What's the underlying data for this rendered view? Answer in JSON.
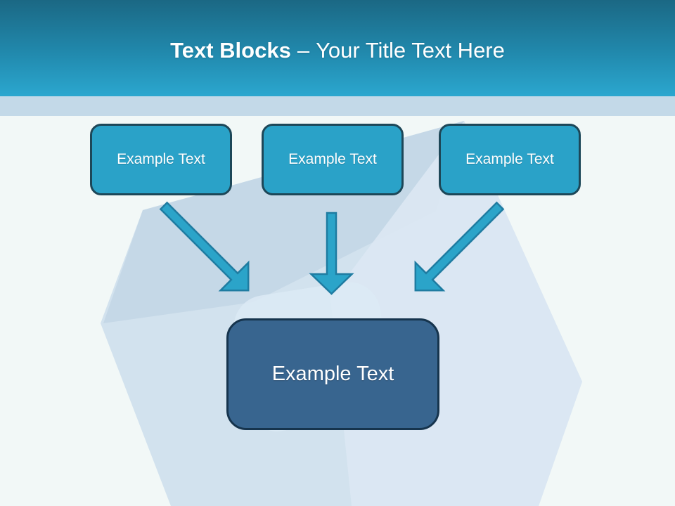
{
  "slide": {
    "header": {
      "title_bold": "Text Blocks",
      "title_dash": "–",
      "title_rest": "Your Title Text Here"
    },
    "diagram": {
      "source_blocks": [
        {
          "label": "Example Text"
        },
        {
          "label": "Example Text"
        },
        {
          "label": "Example Text"
        }
      ],
      "target_block": {
        "label": "Example Text"
      },
      "arrows": [
        {
          "name": "arrow-down-right",
          "from": "block-1",
          "to": "target"
        },
        {
          "name": "arrow-down",
          "from": "block-2",
          "to": "target"
        },
        {
          "name": "arrow-down-left",
          "from": "block-3",
          "to": "target"
        }
      ]
    },
    "colors": {
      "header_gradient_top": "#1b6884",
      "header_gradient_bottom": "#2ba7cf",
      "accent_band": "#c3d9e8",
      "background": "#f2f8f7",
      "block_fill": "#2aa2c8",
      "block_border": "#1d4758",
      "target_fill": "#38658f",
      "target_border": "#16344d",
      "arrow_fill": "#2ba4c9",
      "arrow_stroke": "#1f7ca1",
      "title_color": "#ffffff",
      "cube_base": "#d2e2ee"
    }
  }
}
